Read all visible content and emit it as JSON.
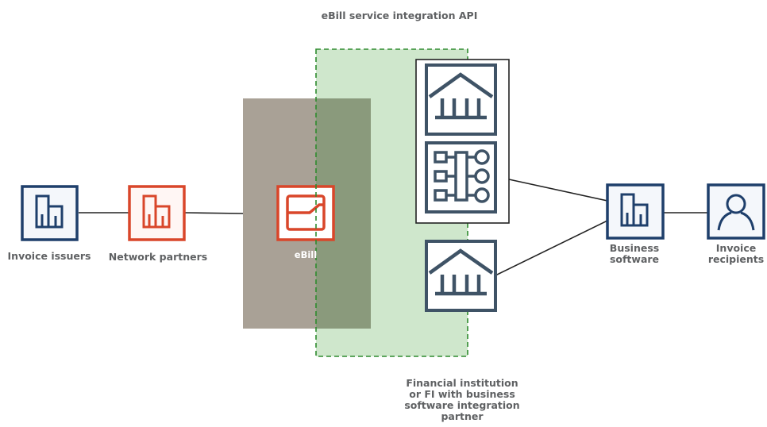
{
  "title": "eBill service integration API",
  "nodes": {
    "invoice_issuers": {
      "label": "Invoice issuers",
      "icon": "building-icon"
    },
    "network_partners": {
      "label": "Network partners",
      "icon": "building-icon"
    },
    "ebill": {
      "label": "eBill",
      "icon": "ebill-logo-icon"
    },
    "fi_bank_top": {
      "icon": "bank-icon"
    },
    "fi_software": {
      "icon": "software-module-icon"
    },
    "fi_bank_bottom": {
      "icon": "bank-icon"
    },
    "business_software": {
      "label_line1": "Business",
      "label_line2": "software",
      "icon": "building-icon"
    },
    "invoice_recipients": {
      "label_line1": "Invoice",
      "label_line2": "recipients",
      "icon": "person-icon"
    }
  },
  "fi_caption": {
    "line1": "Financial institution",
    "line2": "or FI with business",
    "line3": "software integration",
    "line4": "partner"
  },
  "colors": {
    "navy": "#1e3f6b",
    "slate": "#3f5366",
    "red": "#d9462a",
    "ebill_zone": "#a9a196",
    "api_zone": "#cfe7cc",
    "api_border": "#2e8b2e",
    "overlap": "#8d9d7d",
    "text": "#5f6163"
  }
}
